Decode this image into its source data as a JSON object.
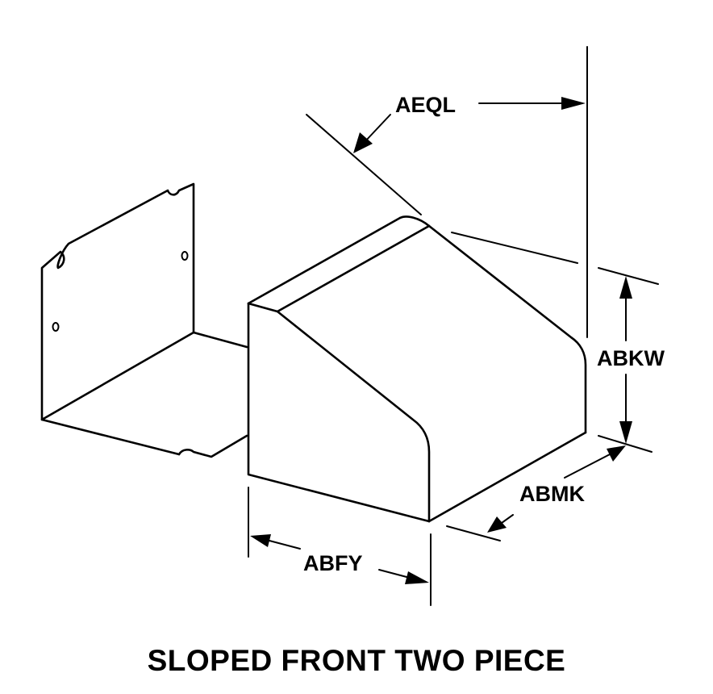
{
  "dimensions": {
    "aeql": "AEQL",
    "abkw": "ABKW",
    "abmk": "ABMK",
    "abfy": "ABFY"
  },
  "caption": "SLOPED FRONT TWO PIECE",
  "colors": {
    "line": "#000000",
    "background": "#ffffff"
  }
}
